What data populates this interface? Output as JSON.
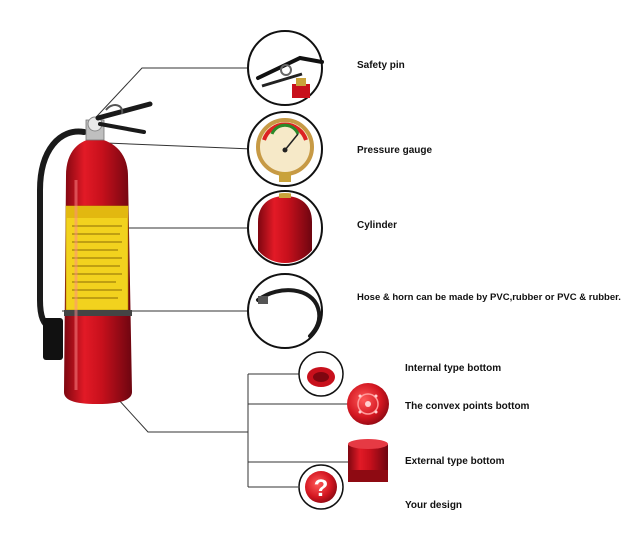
{
  "parts": [
    {
      "id": "safety-pin",
      "label": "Safety pin"
    },
    {
      "id": "pressure-gauge",
      "label": "Pressure gauge"
    },
    {
      "id": "cylinder",
      "label": "Cylinder"
    },
    {
      "id": "hose-horn",
      "label": "Hose & horn can be made by PVC,rubber or PVC & rubber."
    },
    {
      "id": "internal-bottom",
      "label": "Internal type bottom"
    },
    {
      "id": "convex-bottom",
      "label": "The convex points bottom"
    },
    {
      "id": "external-bottom",
      "label": "External type bottom"
    },
    {
      "id": "your-design",
      "label": "Your design"
    }
  ],
  "icons": {
    "question": "?"
  },
  "colors": {
    "red": "#c8101c",
    "dark_red": "#8e0a12",
    "label_yellow": "#f2d21e",
    "line": "#333333"
  }
}
